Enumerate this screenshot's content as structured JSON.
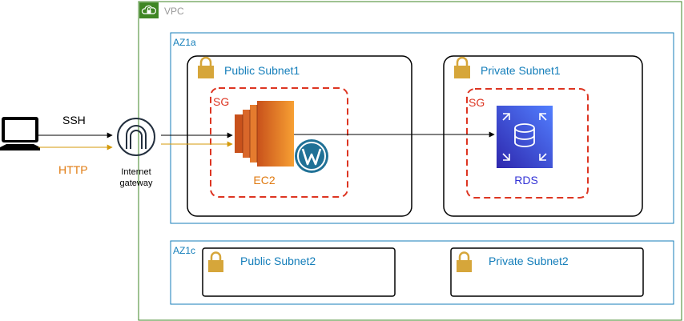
{
  "vpc": {
    "label": "VPC"
  },
  "az1a": {
    "label": "AZ1a"
  },
  "az1c": {
    "label": "AZ1c"
  },
  "public_subnet1": {
    "label": "Public Subnet1"
  },
  "private_subnet1": {
    "label": "Private Subnet1"
  },
  "public_subnet2": {
    "label": "Public Subnet2"
  },
  "private_subnet2": {
    "label": "Private Subnet2"
  },
  "sg_public": {
    "label": "SG"
  },
  "sg_private": {
    "label": "SG"
  },
  "client": {
    "ssh_label": "SSH",
    "http_label": "HTTP"
  },
  "internet_gateway": {
    "label_line1": "Internet",
    "label_line2": "gateway"
  },
  "ec2": {
    "label": "EC2"
  },
  "rds": {
    "label": "RDS"
  },
  "icons": {
    "vpc": "cloud-lock-icon",
    "subnet": "padlock-icon",
    "client": "laptop-icon",
    "gateway": "internet-gateway-icon",
    "ec2": "ec2-instance-icon",
    "wordpress": "wordpress-icon",
    "rds": "rds-database-icon"
  },
  "colors": {
    "vpc_border": "#3f8624",
    "az_border": "#147eba",
    "sg_border": "#dd3522",
    "subnet_lock": "#d6a63a",
    "ec2_orange": "#f7a033",
    "http_arrow": "#d49a0a",
    "http_text": "#e07a10",
    "rds_blue": "#3333d6"
  }
}
